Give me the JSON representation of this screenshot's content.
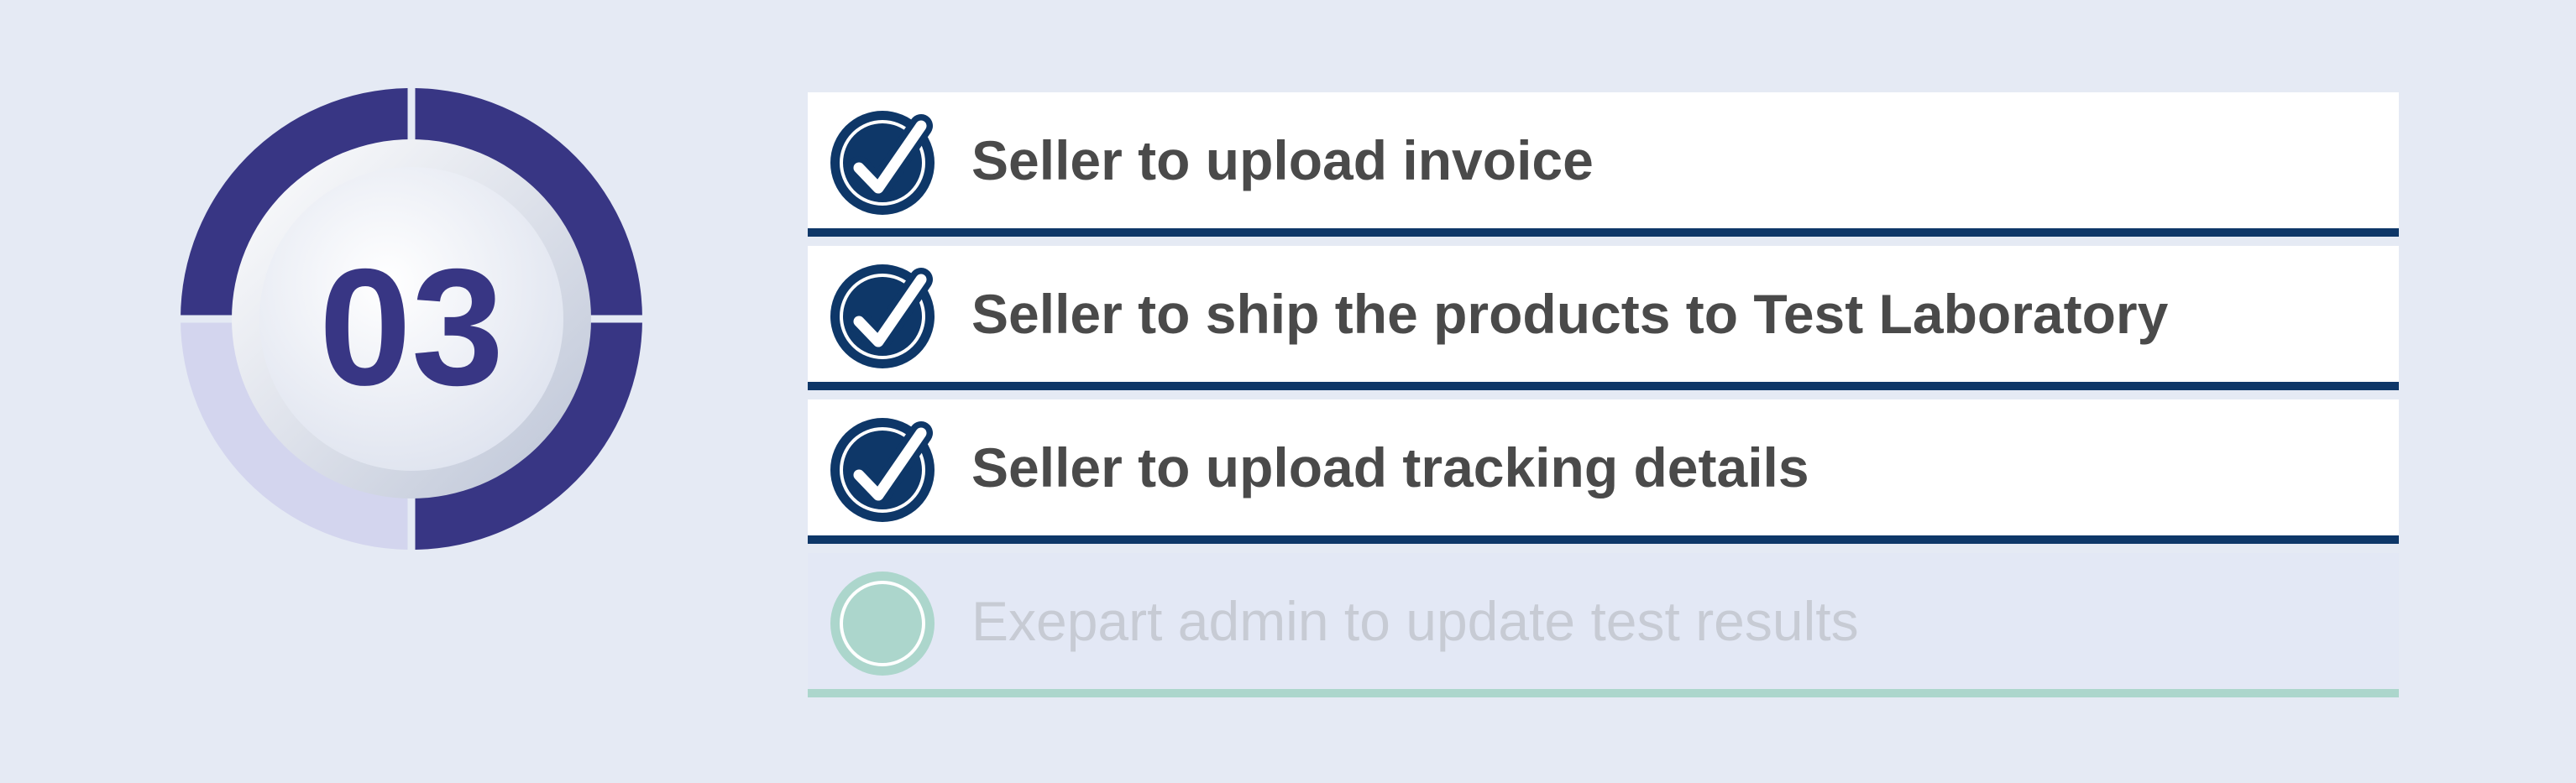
{
  "progress": {
    "step_number": "03",
    "completed_steps": 3,
    "total_steps": 4
  },
  "colors": {
    "background": "#e5eaf4",
    "completed": "#383684",
    "accent_dark": "#0e3768",
    "pending": "#acd6cc",
    "text": "#4a4a4a",
    "pending_text": "#c7cbd4"
  },
  "steps": [
    {
      "label": "Seller to upload invoice",
      "status": "completed",
      "icon": "check-circle-icon"
    },
    {
      "label": "Seller to ship the products to Test Laboratory",
      "status": "completed",
      "icon": "check-circle-icon"
    },
    {
      "label": "Seller to upload tracking details",
      "status": "completed",
      "icon": "check-circle-icon"
    },
    {
      "label": "Exepart admin to update test results",
      "status": "pending",
      "icon": "empty-circle-icon"
    }
  ]
}
